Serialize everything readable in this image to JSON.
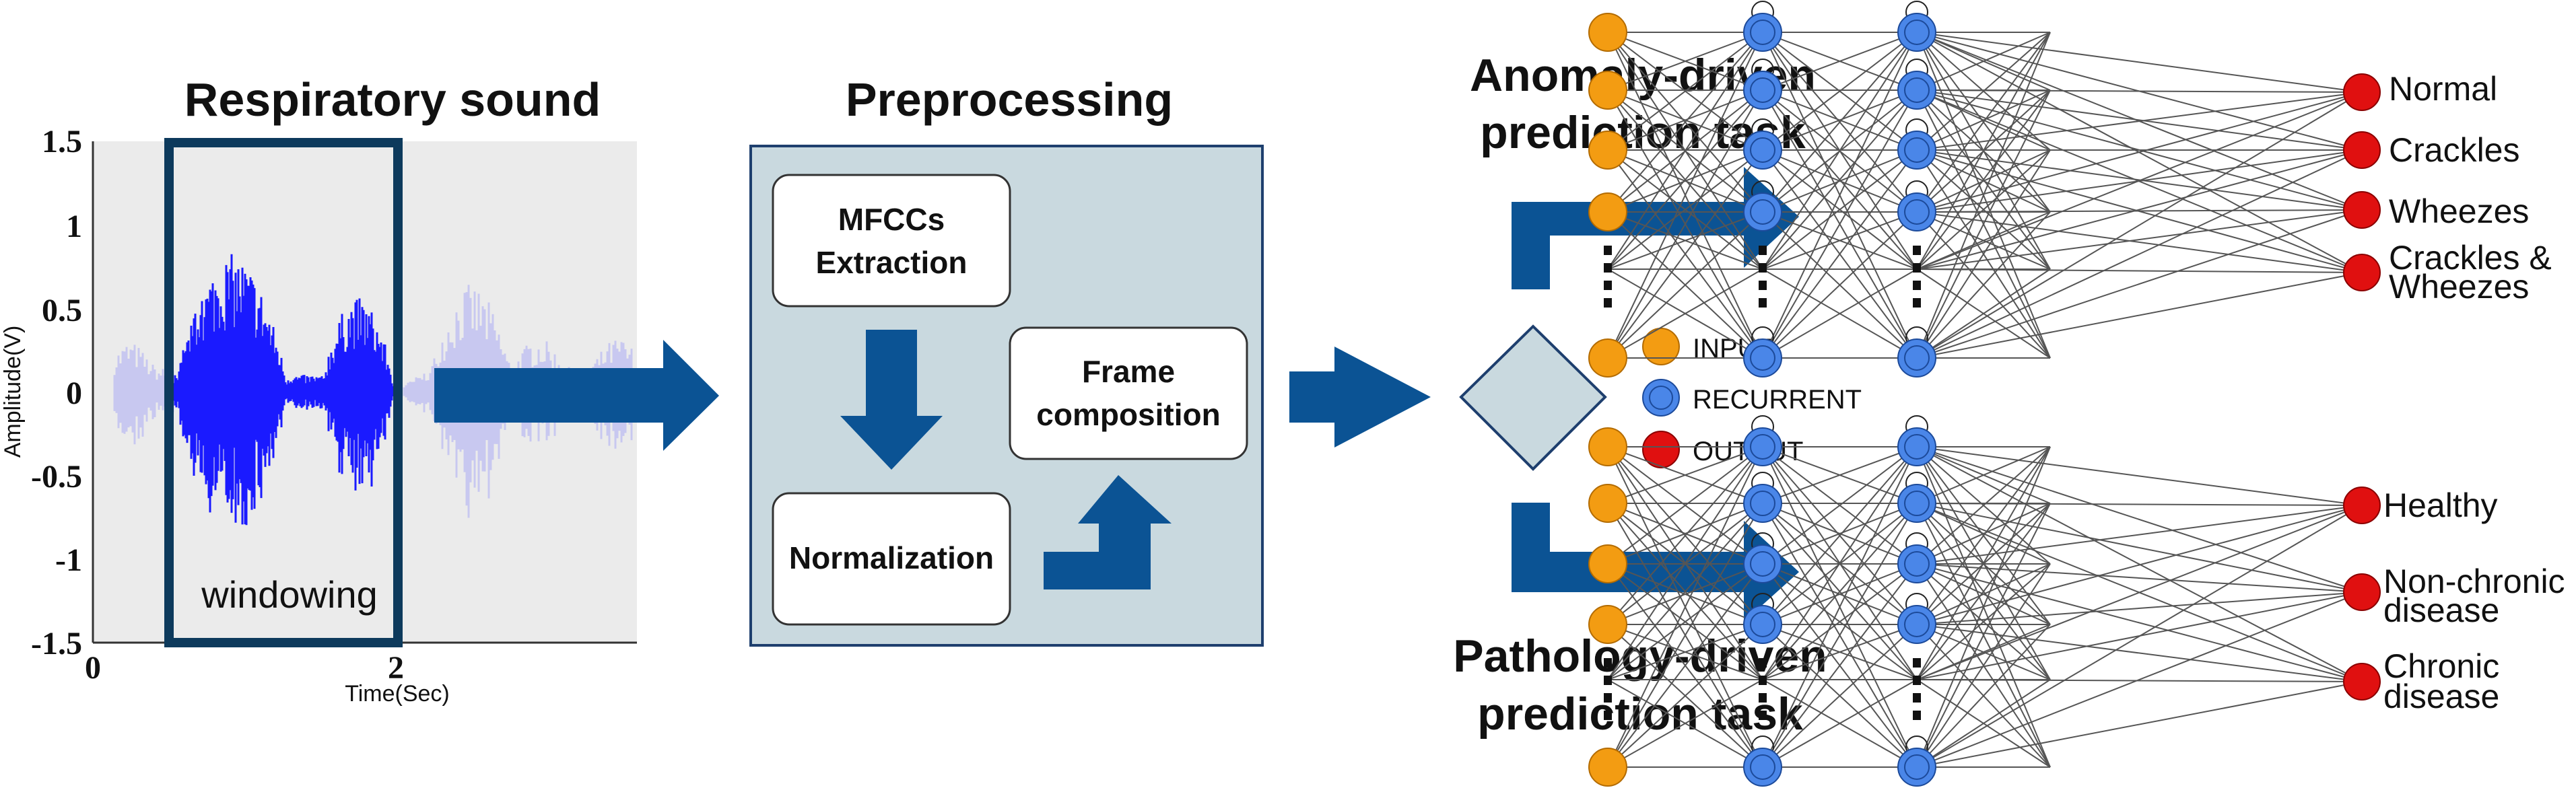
{
  "respiratory": {
    "title": "Respiratory sound",
    "y_ticks": [
      "1.5",
      "1",
      "0.5",
      "0",
      "-0.5",
      "-1",
      "-1.5"
    ],
    "x_ticks": [
      "0",
      "2"
    ],
    "y_label": "Amplitude(V)",
    "x_label": "Time(Sec)",
    "window_label": "windowing"
  },
  "preprocessing": {
    "title": "Preprocessing",
    "steps": {
      "mfcc_line1": "MFCCs",
      "mfcc_line2": "Extraction",
      "normalization": "Normalization",
      "frame_line1": "Frame",
      "frame_line2": "composition"
    }
  },
  "tasks": {
    "anomaly_line1": "Anomaly-driven",
    "anomaly_line2": "prediction task",
    "pathology_line1": "Pathology-driven",
    "pathology_line2": "prediction task"
  },
  "legend": {
    "input": "INPUT",
    "recurrent": "RECURRENT",
    "output": "OUTPUT"
  },
  "outputs_anomaly": {
    "normal": "Normal",
    "crackles": "Crackles",
    "wheezes": "Wheezes",
    "both_line1": "Crackles &",
    "both_line2": "Wheezes"
  },
  "outputs_pathology": {
    "healthy": "Healthy",
    "nonchronic_line1": "Non-chronic",
    "nonchronic_line2": "disease",
    "chronic_line1": "Chronic",
    "chronic_line2": "disease"
  },
  "colors": {
    "arrow": "#0b5394",
    "box_fill": "#c9d9df",
    "input_node": "#f39c12",
    "recurrent_node": "#4a86e8",
    "output_node": "#e01010",
    "waveform": "#1a1aff",
    "waveform_faint": "#c8c8f0",
    "plot_bg": "#ebebeb"
  }
}
